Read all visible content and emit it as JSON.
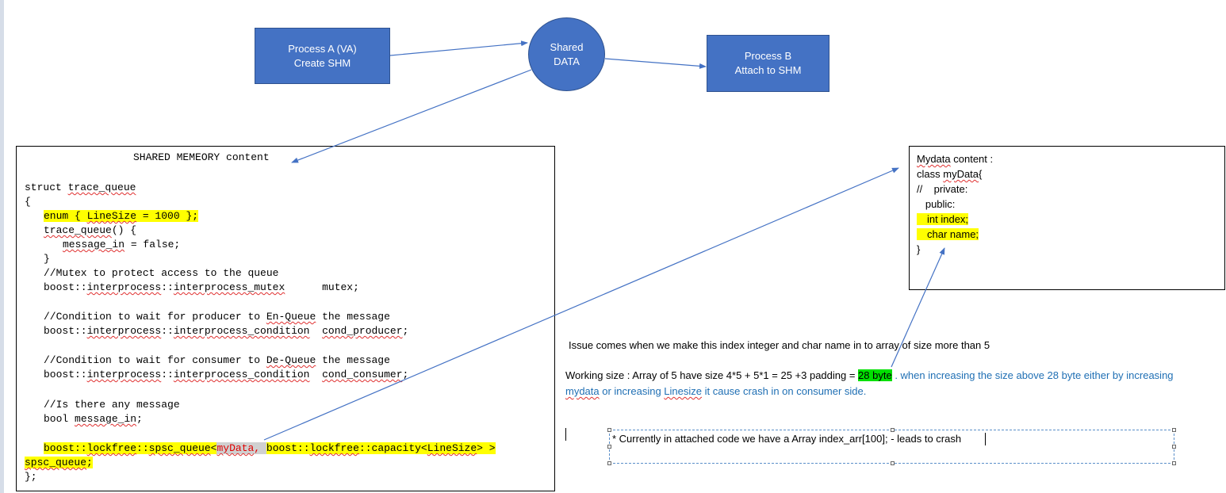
{
  "process_a": {
    "line1": "Process A (VA)",
    "line2": "Create SHM"
  },
  "shared_data": {
    "line1": "Shared",
    "line2": "DATA"
  },
  "process_b": {
    "line1": "Process B",
    "line2": "Attach to SHM"
  },
  "shared_memory": {
    "title": "SHARED MEMEORY content",
    "l_struct": "struct ",
    "l_struct_name": "trace_queue",
    "l_open": "{",
    "l_enum": "enum { ",
    "l_enum_name": "LineSize",
    "l_enum_rest": " = 1000 };",
    "l_ctor_name": "trace_queue",
    "l_ctor_rest": "() {",
    "l_msg_name": "message_in",
    "l_msg_rest": " = false;",
    "l_close_brace": "}",
    "l_comment_mutex": "//Mutex to protect access to the queue",
    "l_mutex_1": "boost::",
    "l_mutex_2": "interprocess",
    "l_mutex_3": "::",
    "l_mutex_4": "interprocess_mutex",
    "l_mutex_5": "      mutex;",
    "l_comment_prod_1": "//Condition to wait for producer to ",
    "l_comment_prod_2": "En-Queue",
    "l_comment_prod_3": " the message",
    "l_prod_1": "boost::",
    "l_prod_2": "interprocess",
    "l_prod_3": "::",
    "l_prod_4": "interprocess_condition",
    "l_prod_5": "  ",
    "l_prod_6": "cond_producer",
    "l_prod_7": ";",
    "l_comment_cons_1": "//Condition to wait for consumer to ",
    "l_comment_cons_2": "De-Queue",
    "l_comment_cons_3": " the message",
    "l_cons_1": "boost::",
    "l_cons_2": "interprocess",
    "l_cons_3": "::",
    "l_cons_4": "interprocess_condition",
    "l_cons_5": "  ",
    "l_cons_6": "cond_consumer",
    "l_cons_7": ";",
    "l_comment_msg": "//Is there any message",
    "l_bool_1": "bool ",
    "l_bool_2": "message_in",
    "l_bool_3": ";",
    "l_spsc_1": "boost::",
    "l_spsc_2": "lockfree",
    "l_spsc_3": "::",
    "l_spsc_4": "spsc_queue",
    "l_spsc_5": "<",
    "l_spsc_6": "myData",
    "l_spsc_7": ", ",
    "l_spsc_8": "boost::",
    "l_spsc_9": "lockfree",
    "l_spsc_10": "::capacity<",
    "l_spsc_11": "LineSize",
    "l_spsc_12": "> >",
    "l_spsc2_1": "spsc_queue",
    "l_spsc2_2": ";",
    "l_end": "};"
  },
  "mydata": {
    "l1a": "Mydata",
    "l1b": " content :",
    "l2a": "class ",
    "l2b": "myData",
    "l2c": "{",
    "l3": "//    private:",
    "l4": "   public:",
    "l5": "int index;",
    "l6": "char name;",
    "l7": "}"
  },
  "notes": {
    "issue": "Issue comes when we make this index integer and char name  in to array of size more than  5",
    "working_1": "Working size  : Array of 5 have size 4*5 + 5*1 = 25 +3 padding  = ",
    "working_2": "28 byte",
    "working_3": " . when increasing  the size above 28 byte either by increasing",
    "working_4": "mydata",
    "working_5": " or increasing ",
    "working_6": "Linesize",
    "working_7": " it cause crash in     on consumer side.",
    "currently": "* Currently in attached code we have a Array index_arr[100];  - leads to crash"
  },
  "colors": {
    "shape_fill": "#4472c4",
    "shape_border": "#2f528f",
    "arrow": "#4472c4",
    "highlight_yellow": "#ffff00",
    "highlight_green": "#00e000",
    "link_blue": "#1f6fb4",
    "error_red": "#e00000"
  }
}
